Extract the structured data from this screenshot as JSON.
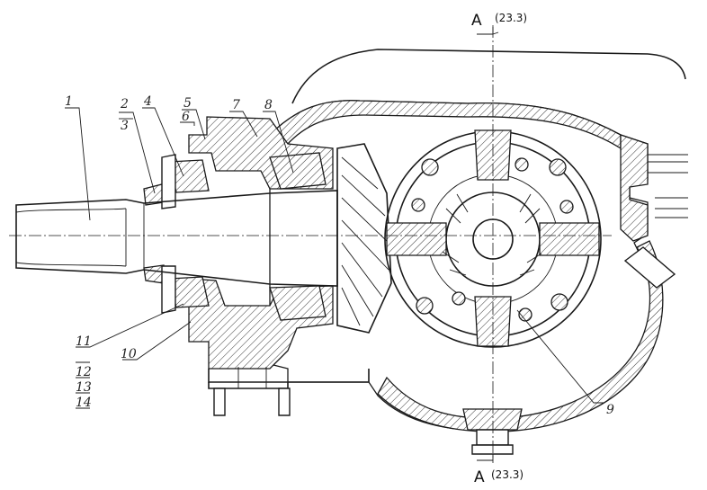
{
  "section_top": {
    "letter": "A",
    "ref": "(23.3)"
  },
  "section_bottom": {
    "letter": "A",
    "ref": "(23.3)"
  },
  "callouts": [
    "1",
    "2",
    "3",
    "4",
    "5",
    "6",
    "7",
    "8",
    "9",
    "10",
    "11",
    "12",
    "13",
    "14"
  ]
}
